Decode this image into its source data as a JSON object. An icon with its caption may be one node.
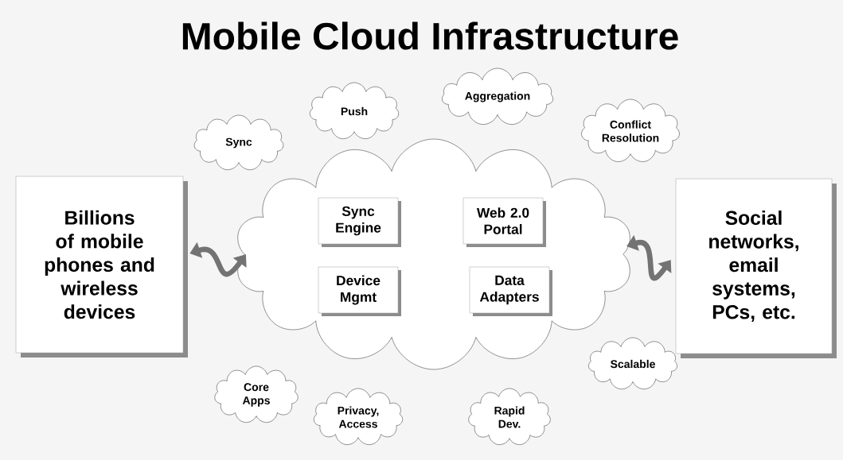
{
  "diagram": {
    "title": "Mobile Cloud Infrastructure",
    "nodes": [
      {
        "text": [
          "Billions of mobile phones and wireless devices"
        ]
      },
      {
        "text": [],
        "shape": "cloud"
      },
      {
        "text": [
          "Sync Engine"
        ],
        "in": 1
      },
      {
        "text": [
          "Web 2.0 Portal"
        ],
        "in": 1
      },
      {
        "text": [
          "Device Mgmt"
        ],
        "in": 1
      },
      {
        "text": [
          "Data Adapters"
        ],
        "in": 1
      },
      {
        "text": [
          "Social networks, email systems, PCs, etc."
        ]
      },
      {
        "text": [
          "Sync"
        ]
      },
      {
        "text": [
          "Push"
        ]
      },
      {
        "text": [
          "Aggregation"
        ]
      },
      {
        "text": [
          "Conflict Resolution"
        ]
      },
      {
        "text": [
          "Scalable"
        ]
      },
      {
        "text": [
          "Core Apps"
        ]
      },
      {
        "text": [
          "Privacy, Access"
        ]
      },
      {
        "text": [
          "Rapid Dev."
        ]
      }
    ],
    "edges": [
      {
        "from": 0,
        "to": 1,
        "arrow": "both"
      },
      {
        "from": 1,
        "to": 6,
        "arrow": "both"
      }
    ]
  }
}
